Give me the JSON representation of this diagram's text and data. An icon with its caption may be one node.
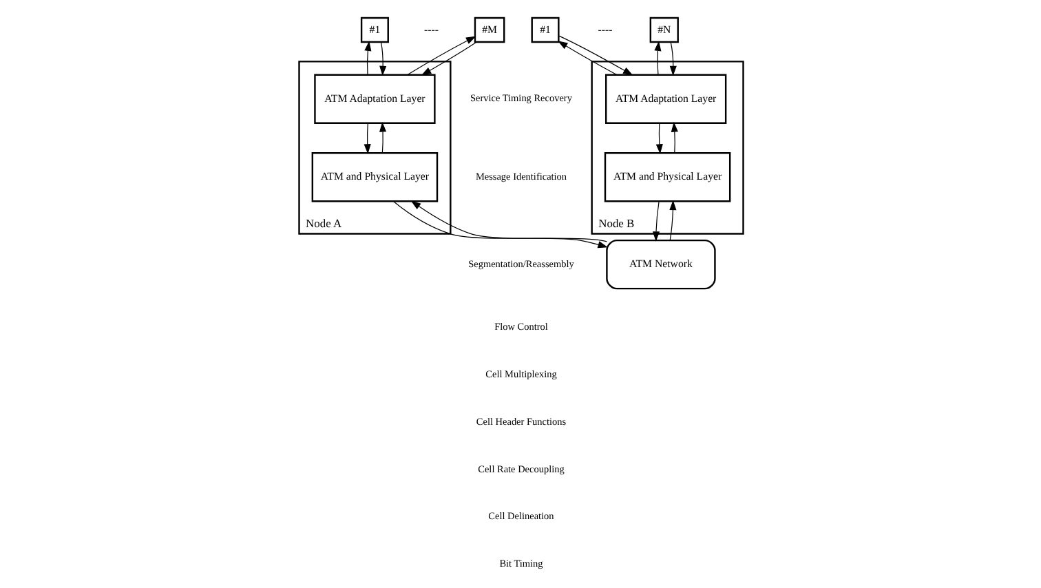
{
  "diagram": {
    "nodes": [
      {
        "text": [
          "#1"
        ]
      },
      {
        "text": [
          "#M"
        ]
      },
      {
        "text": [
          "#1"
        ]
      },
      {
        "text": [
          "#N"
        ]
      },
      {
        "text": [
          "Node A"
        ]
      },
      {
        "text": [
          "ATM Adaptation Layer"
        ],
        "in": 4
      },
      {
        "text": [
          "ATM and Physical Layer"
        ],
        "in": 4
      },
      {
        "text": [
          "Node B"
        ]
      },
      {
        "text": [
          "ATM Adaptation Layer"
        ],
        "in": 7
      },
      {
        "text": [
          "ATM and Physical Layer"
        ],
        "in": 7
      },
      {
        "text": [
          "ATM Network"
        ]
      }
    ],
    "edges": [
      {
        "from": 0,
        "to": 5,
        "arrow": "to"
      },
      {
        "from": 5,
        "to": 0,
        "arrow": "to"
      },
      {
        "from": 1,
        "to": 5,
        "arrow": "to"
      },
      {
        "from": 5,
        "to": 1,
        "arrow": "to"
      },
      {
        "from": 5,
        "to": 6,
        "arrow": "to"
      },
      {
        "from": 6,
        "to": 5,
        "arrow": "to"
      },
      {
        "from": 6,
        "to": 10,
        "arrow": "to"
      },
      {
        "from": 10,
        "to": 6,
        "arrow": "to"
      },
      {
        "from": 2,
        "to": 8,
        "arrow": "to"
      },
      {
        "from": 8,
        "to": 2,
        "arrow": "to"
      },
      {
        "from": 3,
        "to": 8,
        "arrow": "to"
      },
      {
        "from": 8,
        "to": 3,
        "arrow": "to"
      },
      {
        "from": 8,
        "to": 9,
        "arrow": "to"
      },
      {
        "from": 9,
        "to": 8,
        "arrow": "to"
      },
      {
        "from": 10,
        "to": 9,
        "arrow": "to"
      },
      {
        "from": 9,
        "to": 10,
        "arrow": "to"
      }
    ],
    "labels": [
      "----",
      "----",
      "Service Timing Recovery",
      "Message Identification",
      "Segmentation/Reassembly",
      "Flow Control",
      "Cell Multiplexing",
      "Cell Header Functions",
      "Cell Rate Decoupling",
      "Cell Delineation",
      "Bit Timing"
    ]
  }
}
